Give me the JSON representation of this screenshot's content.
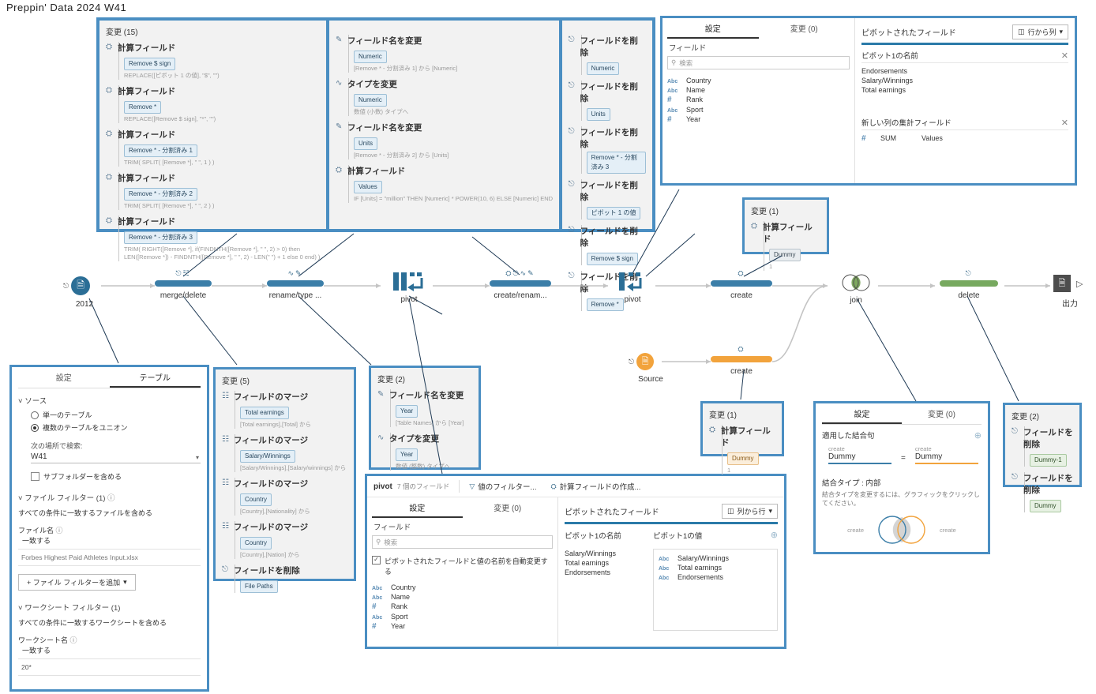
{
  "page": {
    "title": "Preppin' Data  2024  W41"
  },
  "labels": {
    "changes": "変更",
    "settings": "設定",
    "table_tab": "テーブル",
    "calc_field": "計算フィールド",
    "rename_field": "フィールド名を変更",
    "change_type": "タイプを変更",
    "remove_field": "フィールドを削除",
    "merge_fields": "フィールドのマージ",
    "fields": "フィールド",
    "search": "検索",
    "pivoted_fields": "ピボットされたフィールド",
    "pivot1_names": "ピボット1の名前",
    "pivot1_values": "ピボット1の値",
    "new_col_agg": "新しい列の集計フィールド",
    "rows_to_cols": "行から列",
    "cols_to_rows": "列から行"
  },
  "panel_changes15": {
    "title": "変更 (15)",
    "col1": [
      {
        "icon": "calc-icon",
        "head": "計算フィールド",
        "pill": "Remove $ sign",
        "formula": "REPLACE([ピボット 1 の値], \"$\", \"\")"
      },
      {
        "icon": "calc-icon",
        "head": "計算フィールド",
        "pill": "Remove *",
        "formula": "REPLACE([Remove $ sign], \"*\", \"\")"
      },
      {
        "icon": "calc-icon",
        "head": "計算フィールド",
        "pill": "Remove * - 分割済み 1",
        "formula": "TRIM( SPLIT( [Remove *], \" \", 1 ) )"
      },
      {
        "icon": "calc-icon",
        "head": "計算フィールド",
        "pill": "Remove * - 分割済み 2",
        "formula": "TRIM( SPLIT( [Remove *], \" \", 2 ) )"
      },
      {
        "icon": "calc-icon",
        "head": "計算フィールド",
        "pill": "Remove * - 分割済み 3",
        "formula": "TRIM( RIGHT([Remove *], if(FINDNTH([Remove *], \" \", 2) > 0) then\nLEN([Remove *]) - FINDNTH([Remove *], \" \", 2) - LEN(\" \") + 1 else 0 end) )"
      }
    ],
    "col2": [
      {
        "icon": "rename-icon",
        "head": "フィールド名を変更",
        "pill": "Numeric",
        "formula": "[Remove * - 分割済み 1] から [Numeric]"
      },
      {
        "icon": "type-icon",
        "head": "タイプを変更",
        "pill": "Numeric",
        "formula": "数値 (小数) タイプへ"
      },
      {
        "icon": "rename-icon",
        "head": "フィールド名を変更",
        "pill": "Units",
        "formula": "[Remove * - 分割済み 2] から [Units]"
      },
      {
        "icon": "calc-icon",
        "head": "計算フィールド",
        "pill": "Values",
        "formula": "IF [Units] = \"million\" THEN [Numeric] * POWER(10, 6) ELSE [Numeric] END"
      }
    ],
    "col3": [
      {
        "icon": "remove-icon",
        "head": "フィールドを削除",
        "pill": "Numeric"
      },
      {
        "icon": "remove-icon",
        "head": "フィールドを削除",
        "pill": "Units"
      },
      {
        "icon": "remove-icon",
        "head": "フィールドを削除",
        "pill": "Remove * - 分割済み 3"
      },
      {
        "icon": "remove-icon",
        "head": "フィールドを削除",
        "pill": "ピボット 1 の値"
      },
      {
        "icon": "remove-icon",
        "head": "フィールドを削除",
        "pill": "Remove $ sign"
      },
      {
        "icon": "remove-icon",
        "head": "フィールドを削除",
        "pill": "Remove *"
      }
    ]
  },
  "pivot_panel_top": {
    "tab_settings": "設定",
    "tab_changes": "変更 (0)",
    "fields_label": "フィールド",
    "search_placeholder": "検索",
    "fields": [
      {
        "type": "Abc",
        "name": "Country"
      },
      {
        "type": "Abc",
        "name": "Name"
      },
      {
        "type": "#",
        "name": "Rank"
      },
      {
        "type": "Abc",
        "name": "Sport"
      },
      {
        "type": "#",
        "name": "Year"
      }
    ],
    "pivoted_header": "ピボットされたフィールド",
    "direction_button": "行から列",
    "names_header": "ピボット1の名前",
    "names": [
      "Endorsements",
      "Salary/Winnings",
      "Total earnings"
    ],
    "agg_header": "新しい列の集計フィールド",
    "agg_type": "#",
    "agg_fn": "SUM",
    "agg_field": "Values"
  },
  "panel_dummy_top": {
    "title": "変更 (1)",
    "head": "計算フィールド",
    "pill": "Dummy",
    "formula": "1"
  },
  "panel_dummy_bottom": {
    "title": "変更 (1)",
    "head": "計算フィールド",
    "pill": "Dummy",
    "formula": "1"
  },
  "source_panel": {
    "tab_settings": "設定",
    "tab_table": "テーブル",
    "source_label": "ソース",
    "radio_single": "単一のテーブル",
    "radio_union": "複数のテーブルをユニオン",
    "search_in_label": "次の場所で検索:",
    "search_in_value": "W41",
    "include_subfolders": "サブフォルダーを含める",
    "file_filter_label": "ファイル フィルター (1)",
    "file_filter_desc": "すべての条件に一致するファイルを含める",
    "file_name_label": "ファイル名",
    "file_match": "一致する",
    "file_value": "Forbes Highest Paid Athletes Input.xlsx",
    "add_file_filter": "+ ファイル フィルターを追加",
    "ws_filter_label": "ワークシート フィルター (1)",
    "ws_filter_desc": "すべての条件に一致するワークシートを含める",
    "ws_name_label": "ワークシート名",
    "ws_match": "一致する",
    "ws_value": "20*"
  },
  "panel_changes5": {
    "title": "変更 (5)",
    "items": [
      {
        "icon": "merge-icon",
        "head": "フィールドのマージ",
        "pill": "Total earnings",
        "formula": "[Total earnings],[Total] から"
      },
      {
        "icon": "merge-icon",
        "head": "フィールドのマージ",
        "pill": "Salary/Winnings",
        "formula": "[Salary/Winnings],[Salary/winnings] から"
      },
      {
        "icon": "merge-icon",
        "head": "フィールドのマージ",
        "pill": "Country",
        "formula": "[Country],[Nationality] から"
      },
      {
        "icon": "merge-icon",
        "head": "フィールドのマージ",
        "pill": "Country",
        "formula": "[Country],[Nation] から"
      },
      {
        "icon": "remove-icon",
        "head": "フィールドを削除",
        "pill": "File Paths"
      }
    ]
  },
  "panel_changes2_year": {
    "title": "変更 (2)",
    "items": [
      {
        "icon": "rename-icon",
        "head": "フィールド名を変更",
        "pill": "Year",
        "formula": "[Table Names] から [Year]"
      },
      {
        "icon": "type-icon",
        "head": "タイプを変更",
        "pill": "Year",
        "formula": "数値 (整数) タイプへ"
      }
    ]
  },
  "pivot_panel_bottom": {
    "node_name": "pivot",
    "field_count": "7 個のフィールド",
    "filter_values": "値のフィルター...",
    "create_calc": "計算フィールドの作成...",
    "tab_settings": "設定",
    "tab_changes": "変更 (0)",
    "fields_label": "フィールド",
    "search_placeholder": "検索",
    "auto_rename": "ピボットされたフィールドと値の名前を自動変更する",
    "fields": [
      {
        "type": "Abc",
        "name": "Country"
      },
      {
        "type": "Abc",
        "name": "Name"
      },
      {
        "type": "#",
        "name": "Rank"
      },
      {
        "type": "Abc",
        "name": "Sport"
      },
      {
        "type": "#",
        "name": "Year"
      }
    ],
    "pivoted_header": "ピボットされたフィールド",
    "direction_button": "列から行",
    "names_header": "ピボット1の名前",
    "values_header": "ピボット1の値",
    "names": [
      "Salary/Winnings",
      "Total earnings",
      "Endorsements"
    ],
    "values": [
      {
        "type": "Abc",
        "name": "Salary/Winnings"
      },
      {
        "type": "Abc",
        "name": "Total earnings"
      },
      {
        "type": "Abc",
        "name": "Endorsements"
      }
    ]
  },
  "join_panel": {
    "tab_settings": "設定",
    "tab_changes": "変更 (0)",
    "applied_clauses": "適用した結合句",
    "left_source": "create",
    "right_source": "create",
    "left_field": "Dummy",
    "right_field": "Dummy",
    "equals": "=",
    "join_type_label": "結合タイプ : 内部",
    "join_type_hint": "結合タイプを変更するには、グラフィックをクリックしてください。",
    "venn_left": "create",
    "venn_right": "create"
  },
  "panel_changes2_dummy": {
    "title": "変更 (2)",
    "items": [
      {
        "icon": "remove-icon",
        "head": "フィールドを削除",
        "pill": "Dummy-1"
      },
      {
        "icon": "remove-icon",
        "head": "フィールドを削除",
        "pill": "Dummy"
      }
    ]
  },
  "flow": {
    "nodes": [
      {
        "id": "input-2012",
        "label": "2012",
        "kind": "input",
        "color": "#2b6e96"
      },
      {
        "id": "merge-delete",
        "label": "merge/delete",
        "kind": "step",
        "color": "#3b7ea8",
        "icons": "remove merge"
      },
      {
        "id": "rename-type",
        "label": "rename/type ...",
        "kind": "step",
        "color": "#3b7ea8",
        "icons": "type rename"
      },
      {
        "id": "pivot-1",
        "label": "pivot",
        "kind": "pivot",
        "color": "#3b7ea8"
      },
      {
        "id": "create-rename",
        "label": "create/renam...",
        "kind": "step",
        "color": "#3b7ea8",
        "icons": "calc remove type rename"
      },
      {
        "id": "pivot-2",
        "label": "pivot",
        "kind": "pivot",
        "color": "#3b7ea8"
      },
      {
        "id": "create-1",
        "label": "create",
        "kind": "step",
        "color": "#3b7ea8",
        "icons": "calc"
      },
      {
        "id": "join",
        "label": "join",
        "kind": "join",
        "color": "#3b7ea8"
      },
      {
        "id": "delete",
        "label": "delete",
        "kind": "step",
        "color": "#77a95f",
        "icons": "remove"
      },
      {
        "id": "output",
        "label": "出力",
        "kind": "output",
        "color": "#4d4d4d"
      },
      {
        "id": "source",
        "label": "Source",
        "kind": "input",
        "color": "#f2a33c"
      },
      {
        "id": "create-2",
        "label": "create",
        "kind": "step",
        "color": "#f2a33c",
        "icons": "calc"
      }
    ]
  }
}
